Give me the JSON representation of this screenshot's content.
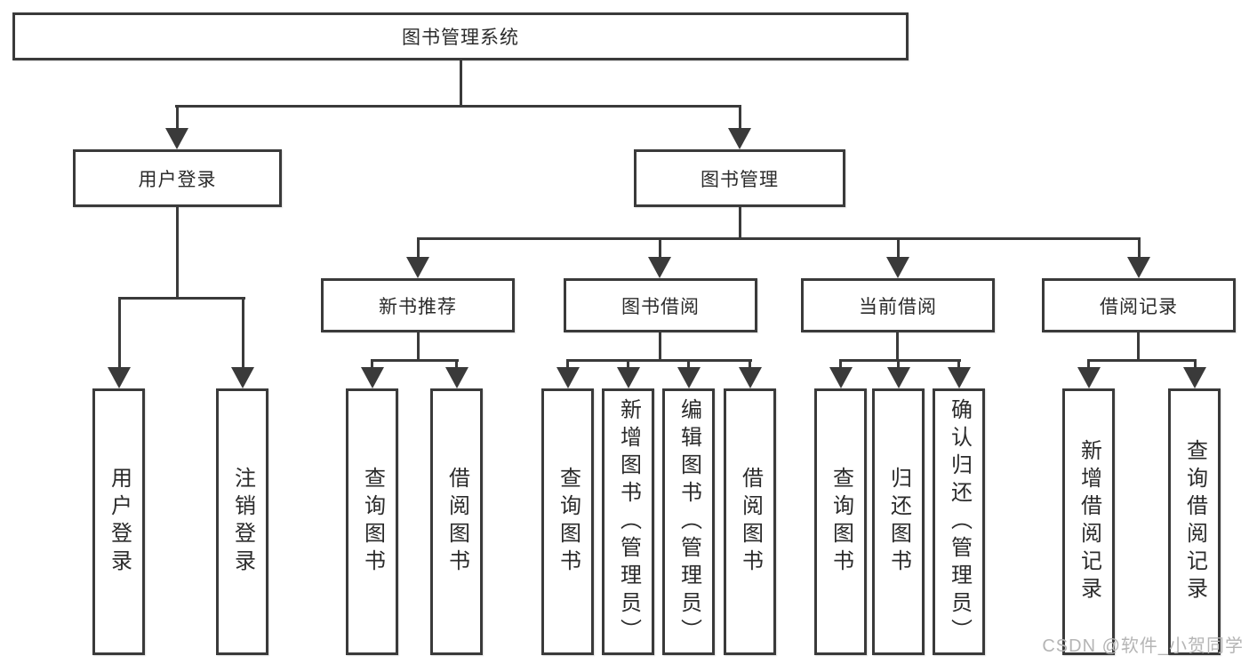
{
  "diagram": {
    "root": {
      "label": "图书管理系统"
    },
    "branches": {
      "user_login": {
        "label": "用户登录",
        "children": [
          "用户登录",
          "注销登录"
        ]
      },
      "book_mgmt": {
        "label": "图书管理"
      }
    },
    "modules": {
      "new_books": {
        "label": "新书推荐",
        "children": [
          "查询图书",
          "借阅图书"
        ]
      },
      "borrow": {
        "label": "图书借阅",
        "children": [
          "查询图书",
          "新增图书（管理员）",
          "编辑图书（管理员）",
          "借阅图书"
        ]
      },
      "current": {
        "label": "当前借阅",
        "children": [
          "查询图书",
          "归还图书",
          "确认归还（管理员）"
        ]
      },
      "records": {
        "label": "借阅记录",
        "children": [
          "新增借阅记录",
          "查询借阅记录"
        ]
      }
    }
  },
  "watermark": {
    "text": "CSDN @软件_小贺同学"
  },
  "colors": {
    "line": "#3a3a3a",
    "box_border": "#3a3a3a",
    "box_bg": "#ffffff",
    "text": "#2b2b2b",
    "watermark": "#b5b5b5"
  }
}
